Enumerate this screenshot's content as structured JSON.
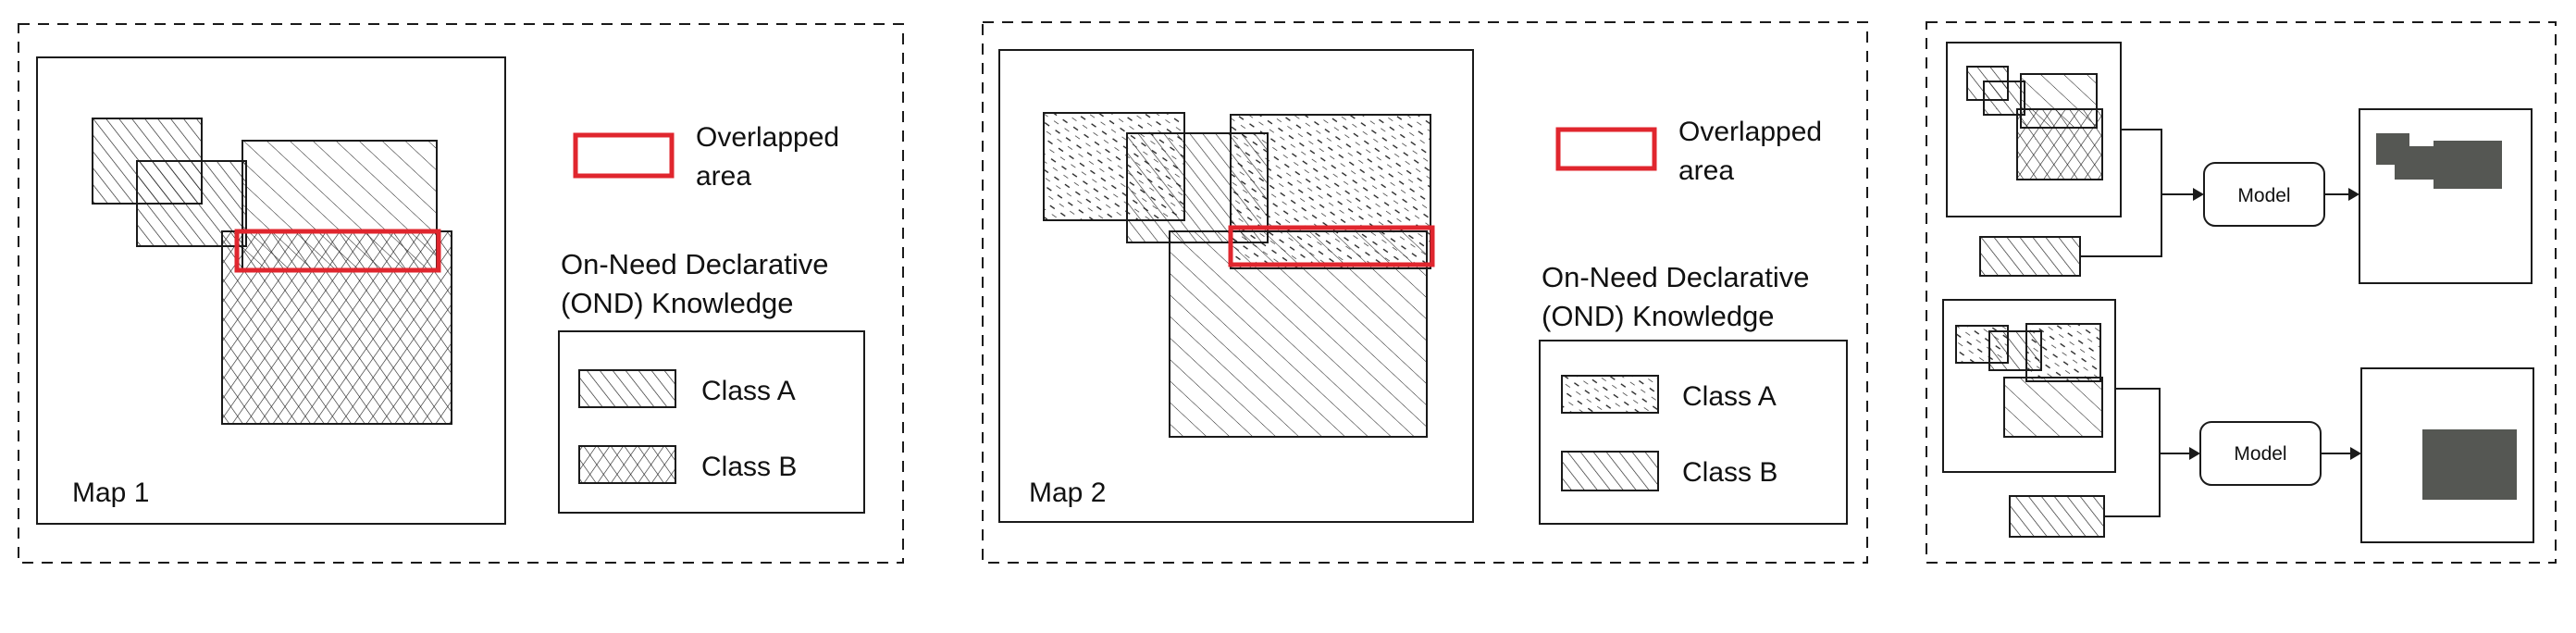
{
  "colors": {
    "stroke": "#1a1a1a",
    "overlap": "#e0262e",
    "output_fill": "#555753",
    "background": "#ffffff"
  },
  "panel1": {
    "map_label": "Map 1",
    "legend": {
      "overlap_label_line1": "Overlapped",
      "overlap_label_line2": "area",
      "knowledge_title_line1": "On-Need Declarative",
      "knowledge_title_line2": "(OND) Knowledge",
      "class_a": "Class A",
      "class_b": "Class B"
    }
  },
  "panel2": {
    "map_label": "Map 2",
    "legend": {
      "overlap_label_line1": "Overlapped",
      "overlap_label_line2": "area",
      "knowledge_title_line1": "On-Need Declarative",
      "knowledge_title_line2": "(OND) Knowledge",
      "class_a": "Class A",
      "class_b": "Class B"
    }
  },
  "panel3": {
    "model_top": "Model",
    "model_bottom": "Model"
  }
}
